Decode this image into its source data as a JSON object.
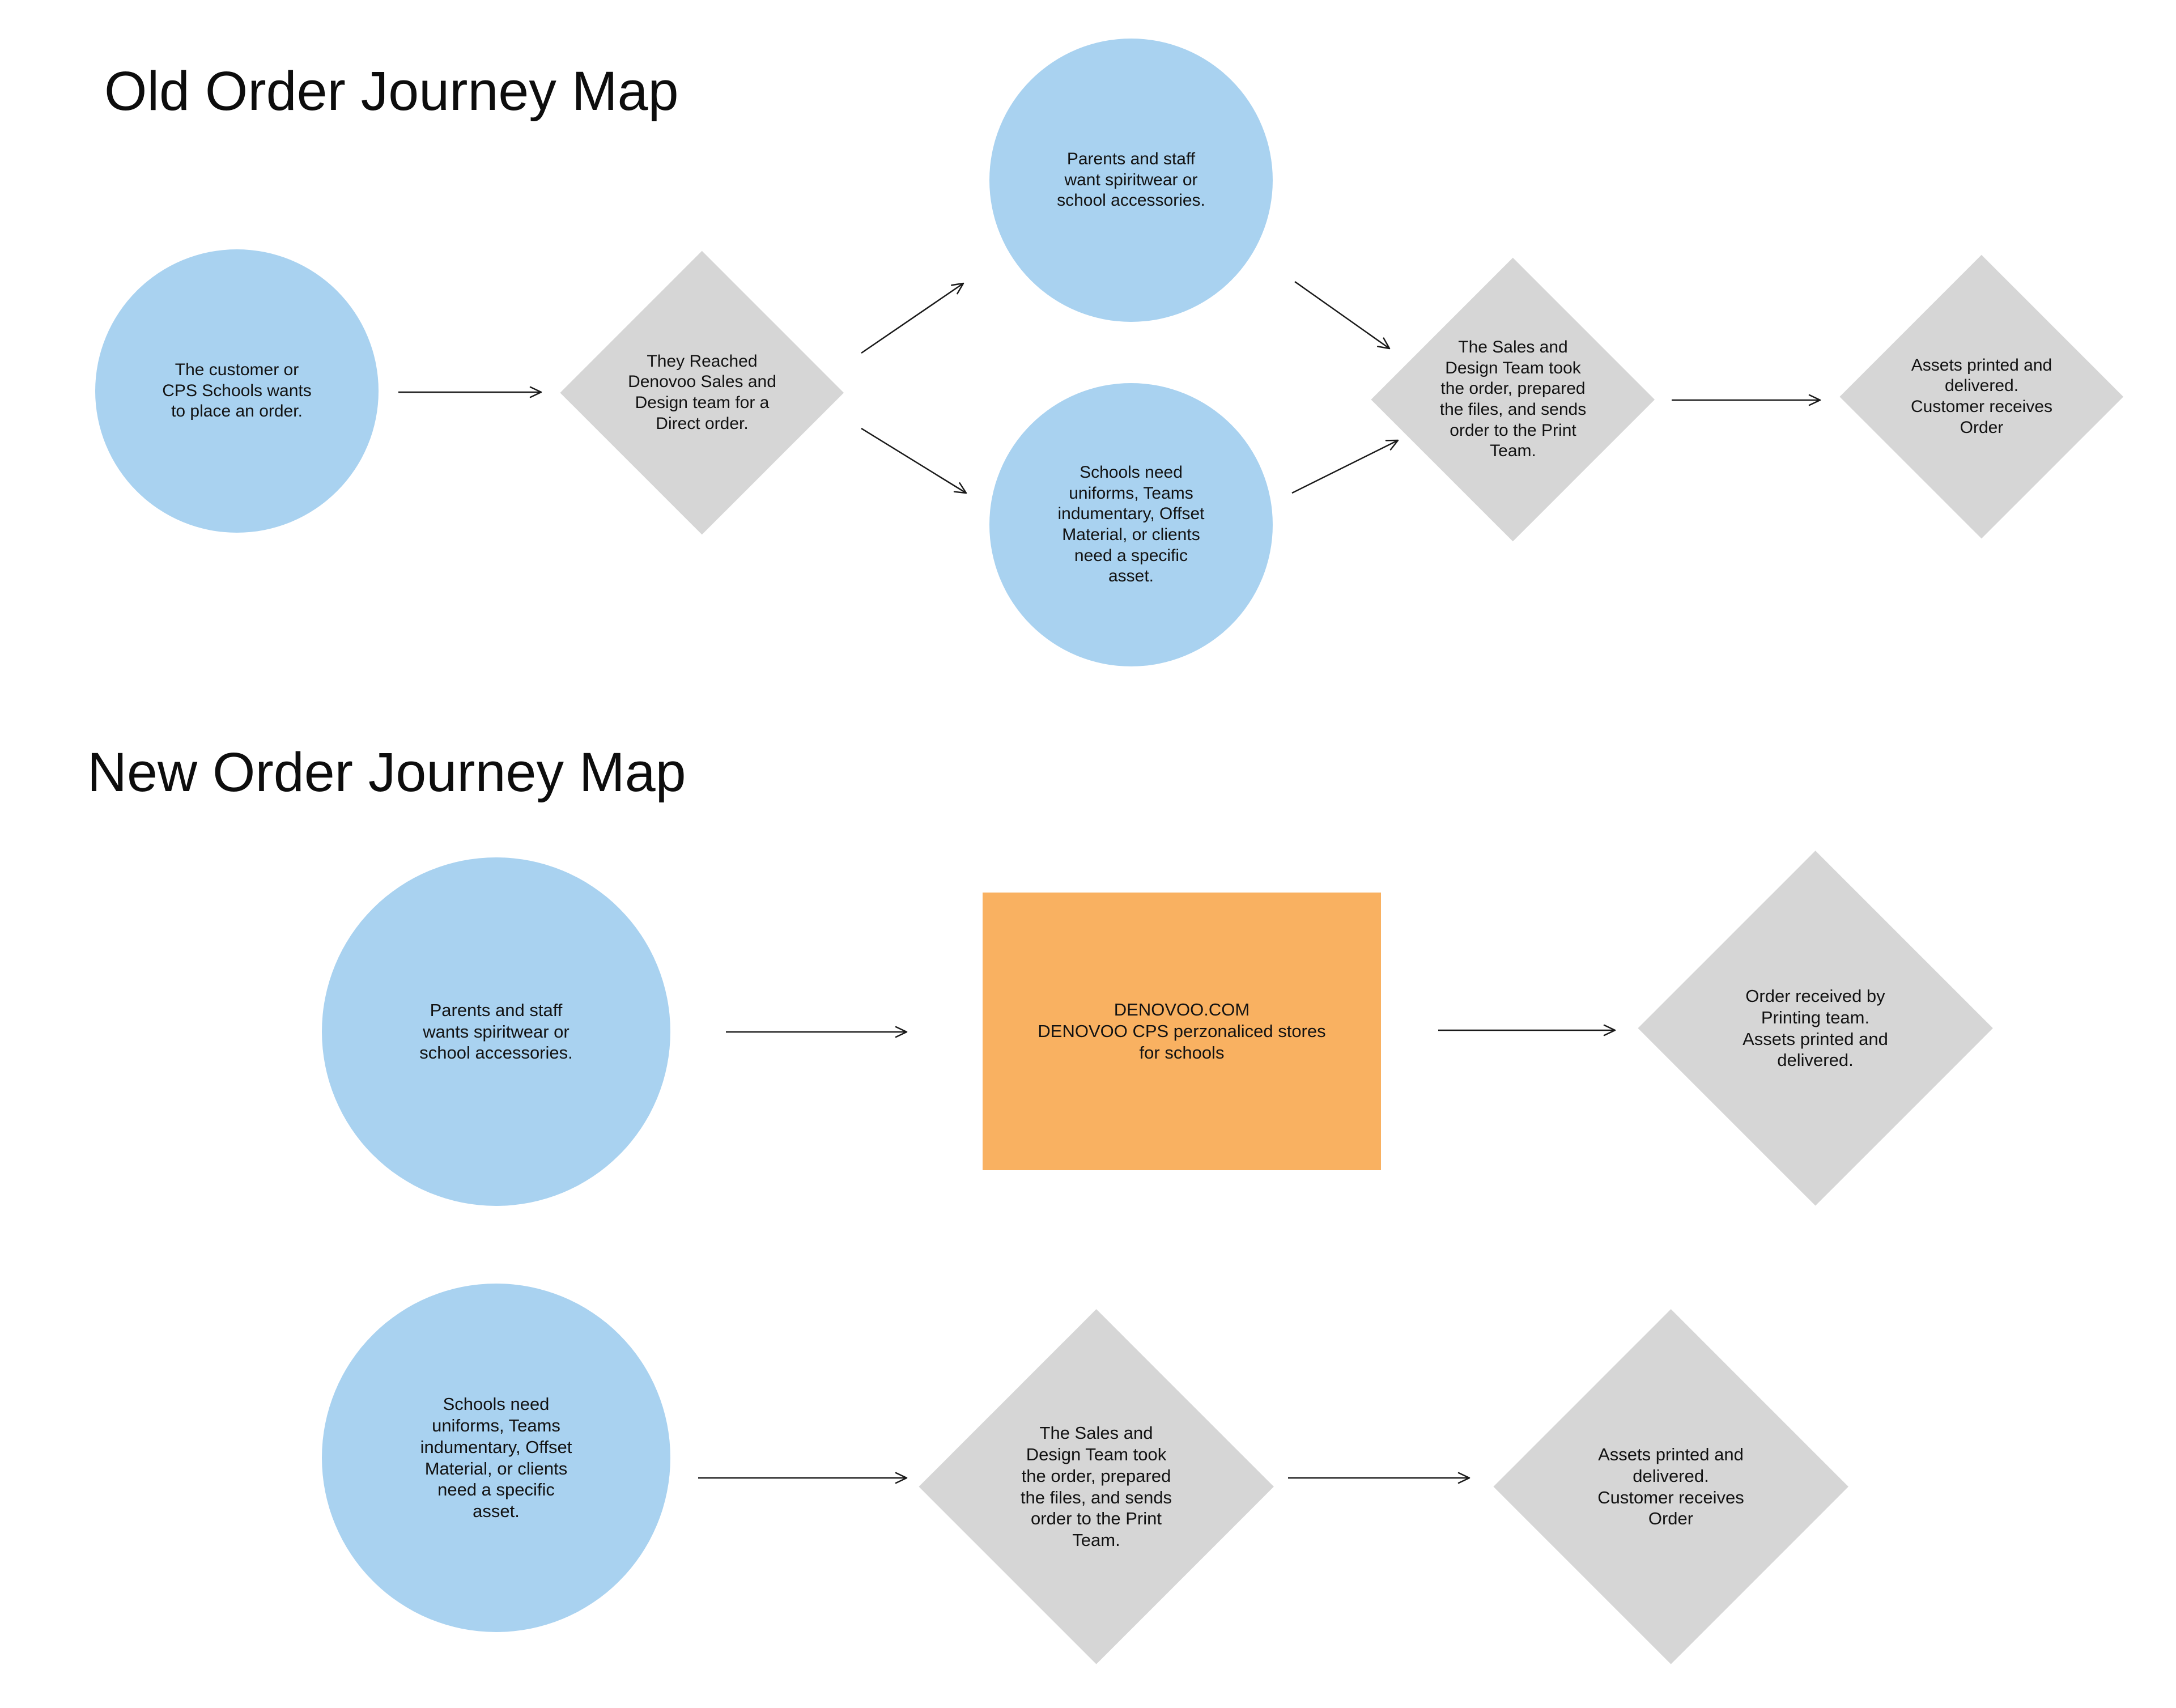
{
  "canvas": {
    "background": "#ffffff"
  },
  "colors": {
    "circle_fill": "#a9d2f0",
    "diamond_fill": "#d6d6d6",
    "rect_fill": "#f9b161",
    "text": "#121212",
    "title_text": "#0d0d0d",
    "arrow": "#1a1a1a"
  },
  "old_map": {
    "title": "Old Order Journey Map",
    "nodes": [
      {
        "id": "old-customer-circle",
        "shape": "circle",
        "text": "The customer or\nCPS Schools wants\nto place an order."
      },
      {
        "id": "old-reached-diamond",
        "shape": "diamond",
        "text": "They Reached\nDenovoo Sales and\nDesign team for a\nDirect order."
      },
      {
        "id": "old-parents-circle",
        "shape": "circle",
        "text": "Parents and staff\nwant spiritwear or\nschool accessories."
      },
      {
        "id": "old-schools-circle",
        "shape": "circle",
        "text": "Schools need\nuniforms, Teams\nindumentary, Offset\nMaterial, or clients\nneed a specific\nasset."
      },
      {
        "id": "old-sales-design-diamond",
        "shape": "diamond",
        "text": "The Sales and\nDesign Team took\nthe order, prepared\nthe files, and sends\norder to the Print\nTeam."
      },
      {
        "id": "old-delivered-diamond",
        "shape": "diamond",
        "text": "Assets printed and\ndelivered.\nCustomer receives\nOrder"
      }
    ]
  },
  "new_map": {
    "title": "New Order Journey Map",
    "nodes": [
      {
        "id": "new-parents-circle",
        "shape": "circle",
        "text": "Parents and staff\nwants spiritwear or\nschool accessories."
      },
      {
        "id": "new-denovoo-rect",
        "shape": "rect",
        "text": "DENOVOO.COM\nDENOVOO CPS  perzonaliced stores\nfor schools"
      },
      {
        "id": "new-order-received-diamond",
        "shape": "diamond",
        "text": "Order received by\nPrinting team.\nAssets printed and\ndelivered."
      },
      {
        "id": "new-schools-circle",
        "shape": "circle",
        "text": "Schools need\nuniforms, Teams\nindumentary, Offset\nMaterial, or clients\nneed a specific\nasset."
      },
      {
        "id": "new-sales-design-diamond",
        "shape": "diamond",
        "text": "The Sales and\nDesign Team took\nthe order, prepared\nthe files, and sends\norder to the Print\nTeam."
      },
      {
        "id": "new-delivered-diamond",
        "shape": "diamond",
        "text": "Assets printed and\ndelivered.\nCustomer receives\nOrder"
      }
    ]
  }
}
